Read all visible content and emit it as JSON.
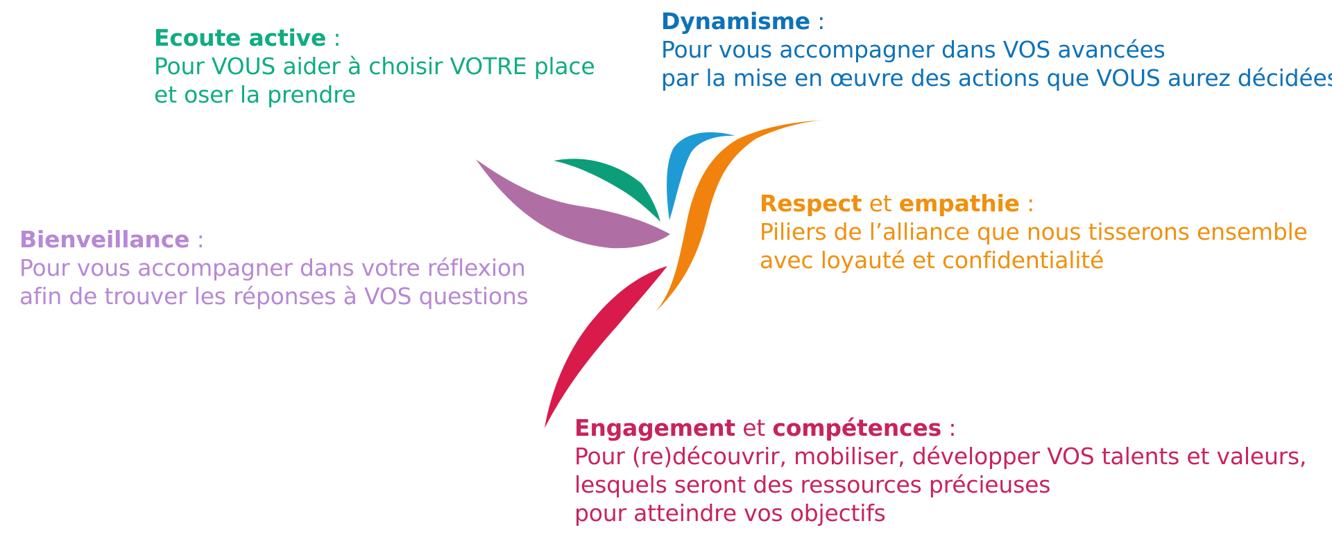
{
  "colors": {
    "ecoute": "#10ac83",
    "dynamisme": "#0d72b8",
    "bienveillance": "#b788d4",
    "respect": "#f0900e",
    "engagement": "#c8235d",
    "wing_purple": "#b06fa4",
    "wing_green": "#0c9e78",
    "wing_blue": "#1e9bd4",
    "wing_orange": "#f1820d",
    "wing_red": "#d81b4b"
  },
  "ecoute": {
    "title": "Ecoute active",
    "sep": " :",
    "lines": [
      "Pour VOUS aider à choisir VOTRE place",
      "et oser la prendre"
    ]
  },
  "dynamisme": {
    "title": "Dynamisme",
    "sep": " :",
    "lines": [
      "Pour vous accompagner dans VOS avancées",
      "par la mise en œuvre des actions que VOUS aurez décidées"
    ]
  },
  "bienveillance": {
    "title": "Bienveillance",
    "sep": " :",
    "lines": [
      "Pour vous accompagner dans votre réflexion",
      "afin de trouver les réponses à VOS questions"
    ]
  },
  "respect": {
    "title_a": "Respect",
    "connector": " et ",
    "title_b": "empathie",
    "sep": " :",
    "lines": [
      "Piliers de l’alliance que nous tisserons ensemble",
      "avec loyauté et confidentialité"
    ]
  },
  "engagement": {
    "title_a": "Engagement",
    "connector": " et ",
    "title_b": "compétences",
    "sep": " :",
    "lines": [
      "Pour (re)découvrir, mobiliser, développer VOS talents et valeurs,",
      "lesquels seront des ressources précieuses",
      "pour atteindre vos objectifs"
    ]
  },
  "logo": {
    "icon": "bird-logo-icon"
  }
}
